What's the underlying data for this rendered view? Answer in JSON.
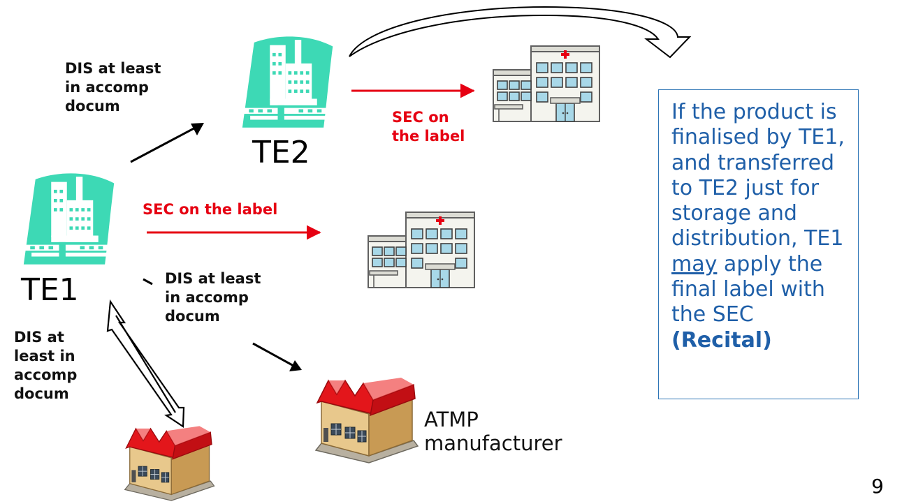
{
  "labels": {
    "te2_incoming": [
      "DIS at least",
      "in accomp",
      "docum"
    ],
    "te2_outgoing": [
      "SEC on",
      "the label"
    ],
    "te1_outgoing": "SEC on the label",
    "te1_to_atmp": [
      "DIS at least",
      "in accomp",
      "docum"
    ],
    "te1_to_factory": [
      "DIS at",
      "least in",
      "accomp",
      "docum"
    ]
  },
  "nodes": {
    "te2": "TE2",
    "te1": "TE1",
    "atmp": [
      "ATMP",
      "manufacturer"
    ]
  },
  "info_box": {
    "text_before": "If the product is finalised by TE1, and transferred to TE2 just for storage and distribution, TE1 ",
    "underlined": "may",
    "text_after": " apply the final label with the SEC ",
    "bold": "(Recital)"
  },
  "page_number": "9",
  "colors": {
    "tissue_establishment": "#3dd9b5",
    "red_text": "#e60012",
    "info_text": "#1f5fa8",
    "info_border": "#2e75b6",
    "factory_roof": "#e3161b"
  },
  "icons": {
    "tissue_establishment": "building-icon",
    "hospital": "hospital-icon",
    "manufacturer": "factory-icon"
  }
}
